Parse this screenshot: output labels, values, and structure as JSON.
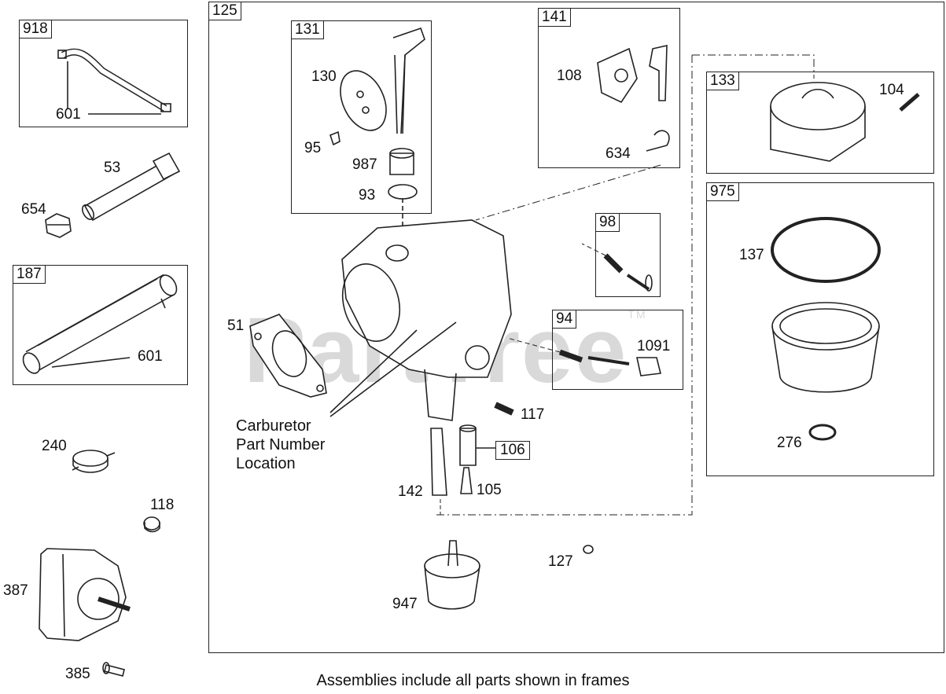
{
  "watermark": "PartTree",
  "watermark_tm": "TM",
  "caption": "Assemblies include all parts shown in frames",
  "carb_note": [
    "Carburetor",
    "Part Number",
    "Location"
  ],
  "frames": {
    "f918": "918",
    "f187": "187",
    "f125": "125",
    "f131": "131",
    "f141": "141",
    "f133": "133",
    "f975": "975",
    "f98": "98",
    "f94": "94",
    "f106": "106"
  },
  "parts": {
    "p601a": "601",
    "p53": "53",
    "p654": "654",
    "p601b": "601",
    "p240": "240",
    "p118": "118",
    "p387": "387",
    "p385": "385",
    "p130": "130",
    "p95": "95",
    "p987": "987",
    "p93": "93",
    "p108": "108",
    "p634": "634",
    "p104": "104",
    "p137": "137",
    "p276": "276",
    "p51": "51",
    "p1091": "1091",
    "p117": "117",
    "p142": "142",
    "p105": "105",
    "p127": "127",
    "p947": "947"
  }
}
